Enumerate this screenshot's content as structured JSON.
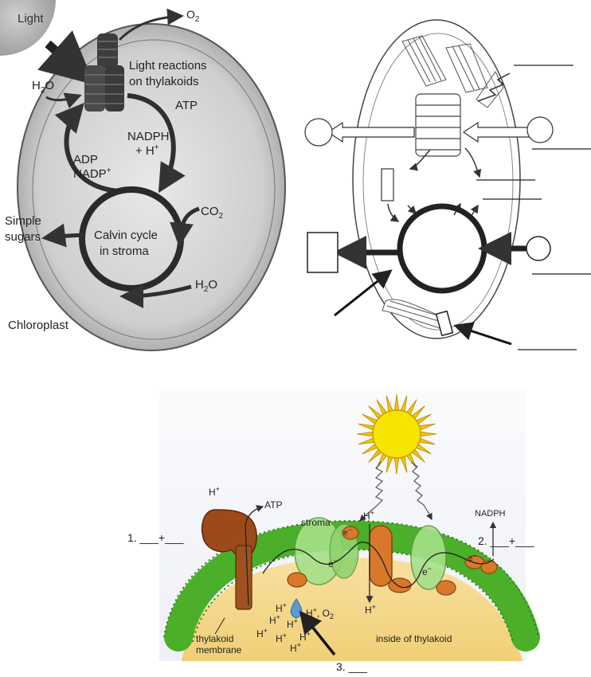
{
  "panel_a": {
    "light": "Light",
    "o2_main": "O",
    "o2_sub": "2",
    "light_reactions_line1": "Light reactions",
    "light_reactions_line2": "on thylakoids",
    "h2o_top_main": "H",
    "h2o_top_sub": "2",
    "h2o_top_end": "O",
    "atp": "ATP",
    "nadph": "NADPH",
    "h_plus": "+ H",
    "h_plus_sup": "+",
    "adp": "ADP",
    "nadp": "NADP",
    "nadp_sup": "+",
    "co2_main": "CO",
    "co2_sub": "2",
    "simple_line1": "Simple",
    "simple_line2": "sugars",
    "calvin_line1": "Calvin cycle",
    "calvin_line2": "in stroma",
    "h2o_bottom_main": "H",
    "h2o_bottom_sub": "2",
    "h2o_bottom_end": "O",
    "chloroplast": "Chloroplast"
  },
  "panel_c": {
    "h_atp": "H",
    "h_atp_sup": "+",
    "atp": "ATP",
    "blank1_label": "1. ___+___",
    "stroma": "stroma",
    "h_mid_top": "H",
    "h_mid_top_sup": "+",
    "h_mid_bottom": "H",
    "h_mid_bottom_sup": "+",
    "nadph": "NADPH",
    "blank2_label": "2. ___+___",
    "e1": "e",
    "e1_sup": "−",
    "e2": "e",
    "e2_sup": "−",
    "e3": "e",
    "e3_sup": "−",
    "e4": "e",
    "e4_sup": "−",
    "hplus_o2": "H",
    "hplus_o2_sup": "+",
    "hplus_o2_end": ", O",
    "hplus_o2_sub": "2",
    "h_cluster": [
      "H",
      "H",
      "H",
      "H",
      "H",
      "H",
      "H"
    ],
    "h_cluster_sup": "+",
    "thylakoid_line1": "thylakoid",
    "thylakoid_line2": "membrane",
    "inside_thylakoid": "inside of thylakoid",
    "blank3_label": "3. ___"
  },
  "colors": {
    "membrane_green": "#4caf2a",
    "lumen_yellow": "#f5d98a",
    "protein_orange": "#d9782a",
    "atp_synthase_brown": "#9c4a1a",
    "sun_yellow": "#f7e400",
    "water_blue": "#5b9bd5"
  }
}
